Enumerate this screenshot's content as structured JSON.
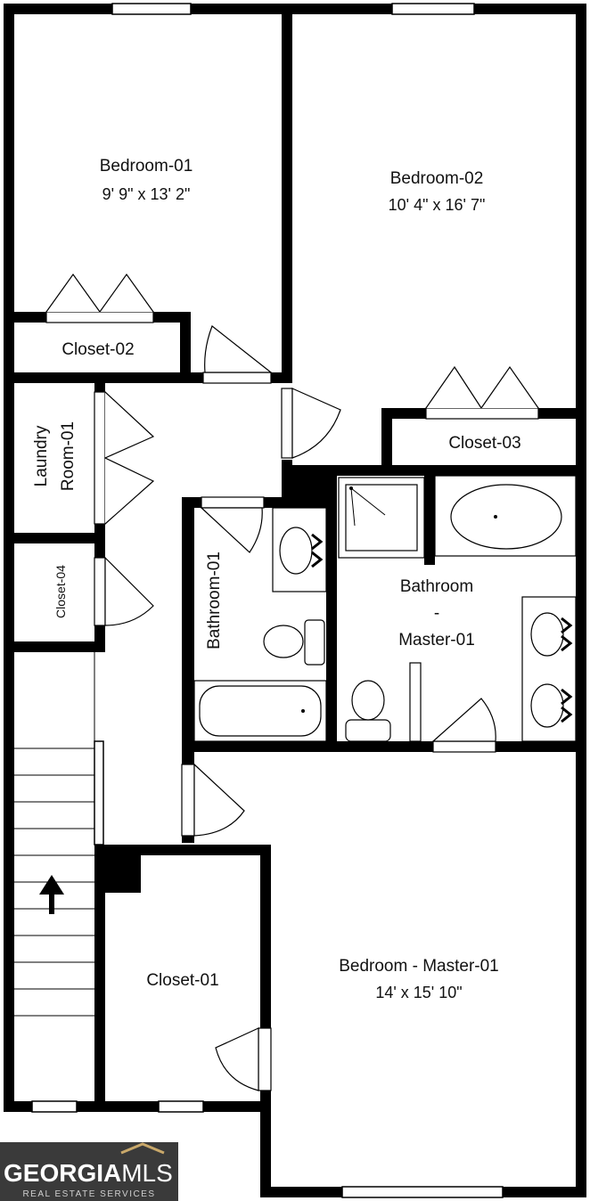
{
  "floorplan": {
    "colors": {
      "wall": "#000000",
      "background": "#ffffff",
      "logo_bg": "#3a3a3a"
    },
    "rooms": {
      "bedroom1": {
        "name": "Bedroom-01",
        "dims": "9' 9\" x 13' 2\""
      },
      "bedroom2": {
        "name": "Bedroom-02",
        "dims": "10' 4\" x 16' 7\""
      },
      "closet2": {
        "name": "Closet-02"
      },
      "closet3": {
        "name": "Closet-03"
      },
      "laundry_line1": "Laundry",
      "laundry_line2": "Room-01",
      "closet4": {
        "name": "Closet-04"
      },
      "bathroom1": {
        "name": "Bathroom-01"
      },
      "master_bath_line1": "Bathroom",
      "master_bath_line2": "-",
      "master_bath_line3": "Master-01",
      "master_bedroom": {
        "name": "Bedroom - Master-01",
        "dims": "14' x 15' 10\""
      },
      "closet1": {
        "name": "Closet-01"
      }
    },
    "icons": [
      "stair-arrow-icon",
      "toilet-icon",
      "sink-icon",
      "bathtub-icon",
      "shower-icon"
    ]
  },
  "logo": {
    "brand_georgia": "GEORGIA",
    "brand_mls": "MLS",
    "tagline": "REAL ESTATE SERVICES"
  }
}
